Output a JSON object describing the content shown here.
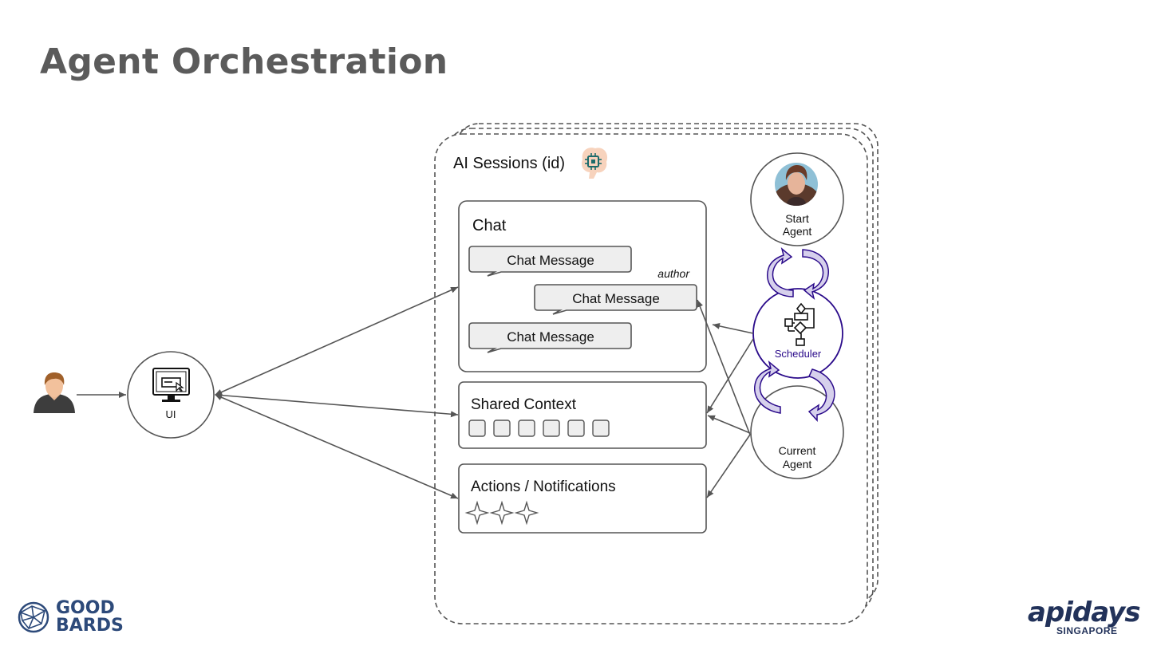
{
  "title": "Agent Orchestration",
  "ui_node": {
    "label": "UI"
  },
  "session": {
    "label": "AI Sessions (id)"
  },
  "chat": {
    "title": "Chat",
    "messages": [
      "Chat Message",
      "Chat Message",
      "Chat Message"
    ],
    "author_label": "author"
  },
  "shared_context": {
    "title": "Shared Context"
  },
  "actions": {
    "title": "Actions / Notifications"
  },
  "agents": {
    "start": [
      "Start",
      "Agent"
    ],
    "scheduler": "Scheduler",
    "current": [
      "Current",
      "Agent"
    ]
  },
  "logos": {
    "left": [
      "GOOD",
      "BARDS"
    ],
    "right_brand": "apidays",
    "right_sub": "SINGAPORE"
  },
  "colors": {
    "title": "#5b5b5b",
    "stroke": "#555555",
    "box_fill": "#eeeeee",
    "scheduler": "#2a0a8a",
    "cycle_fill": "#d6d0ec",
    "logo_left": "#2d4a7a",
    "logo_right": "#22325a"
  }
}
